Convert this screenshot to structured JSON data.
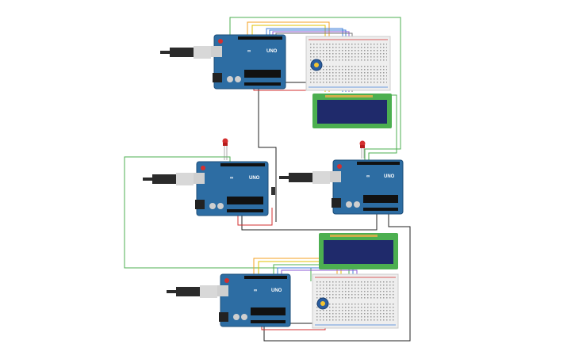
{
  "board_label": "UNO",
  "colors": {
    "board": "#2d6da3",
    "board_edge": "#1f4f7a",
    "usb_cable": "#2b2b2b",
    "usb_plug": "#cfcfcf",
    "lcd_frame": "#4caf50",
    "lcd_screen": "#1f2a6b",
    "breadboard": "#eeeeee",
    "led": "#d32f2f",
    "potentiometer": "#2a5d9f",
    "wire_green": "#4caf50",
    "wire_black": "#222222",
    "wire_red": "#d32f2f",
    "wire_orange": "#f4a020",
    "wire_yellow": "#e0c000",
    "wire_blue": "#3f7fd8",
    "wire_purple": "#8e5bd6",
    "wire_gray": "#777777"
  },
  "components": {
    "arduinos": 4,
    "lcds": 2,
    "breadboards": 2,
    "leds": 2,
    "potentiometers": 2
  }
}
